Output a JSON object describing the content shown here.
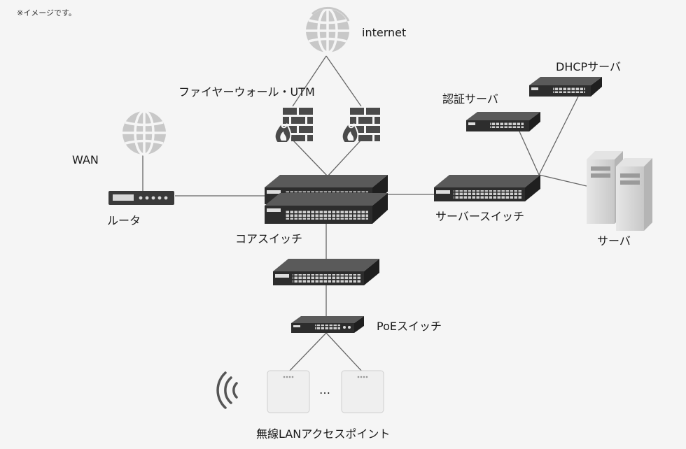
{
  "note": "※イメージです。",
  "labels": {
    "internet": "internet",
    "firewall": "ファイヤーウォール・UTM",
    "wan": "WAN",
    "router": "ルータ",
    "core_switch": "コアスイッチ",
    "auth_server": "認証サーバ",
    "dhcp_server": "DHCPサーバ",
    "server_switch": "サーバースイッチ",
    "server": "サーバ",
    "poe_switch": "PoEスイッチ",
    "wireless_ap": "無線LANアクセスポイント",
    "ellipsis": "…"
  },
  "icons": {
    "globe": "globe-icon",
    "firewall": "firewall-icon",
    "router": "router-icon",
    "switch": "switch-icon",
    "server": "server-tower-icon",
    "access_point": "access-point-icon",
    "wifi": "wifi-signal-icon"
  },
  "colors": {
    "background": "#f5f5f5",
    "device_dark": "#2d2d2d",
    "device_light": "#d8d8d8",
    "line": "#555555"
  }
}
